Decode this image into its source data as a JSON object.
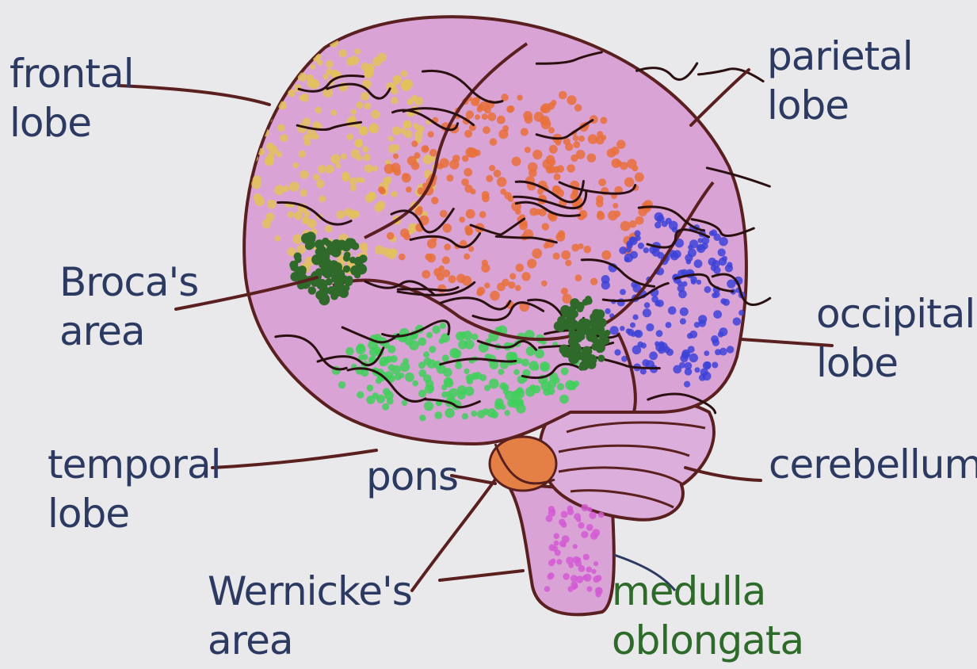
{
  "colors": {
    "background": "#e9e9ec",
    "brain_fill": "#d9a3d6",
    "outline": "#5a1f1f",
    "label_text": "#2c3a62",
    "medulla_text": "#2e6a2a",
    "frontal_dots": "#e3c25a",
    "parietal_dots": "#e8703a",
    "occipital_dots": "#3d43d8",
    "temporal_dots": "#3fd05a",
    "broca_dots": "#2f6a2a",
    "medulla_dots": "#d45ad4"
  },
  "labels": {
    "frontal": {
      "line1": "frontal",
      "line2": "lobe"
    },
    "parietal": {
      "line1": "parietal",
      "line2": "lobe"
    },
    "broca": {
      "line1": "Broca's",
      "line2": "area"
    },
    "occipital": {
      "line1": "occipital",
      "line2": "lobe"
    },
    "temporal": {
      "line1": "temporal",
      "line2": "lobe"
    },
    "pons": {
      "line1": "pons"
    },
    "cerebellum": {
      "line1": "cerebellum"
    },
    "wernicke": {
      "line1": "Wernicke's",
      "line2": "area"
    },
    "medulla": {
      "line1": "medulla",
      "line2": "oblongata"
    }
  }
}
